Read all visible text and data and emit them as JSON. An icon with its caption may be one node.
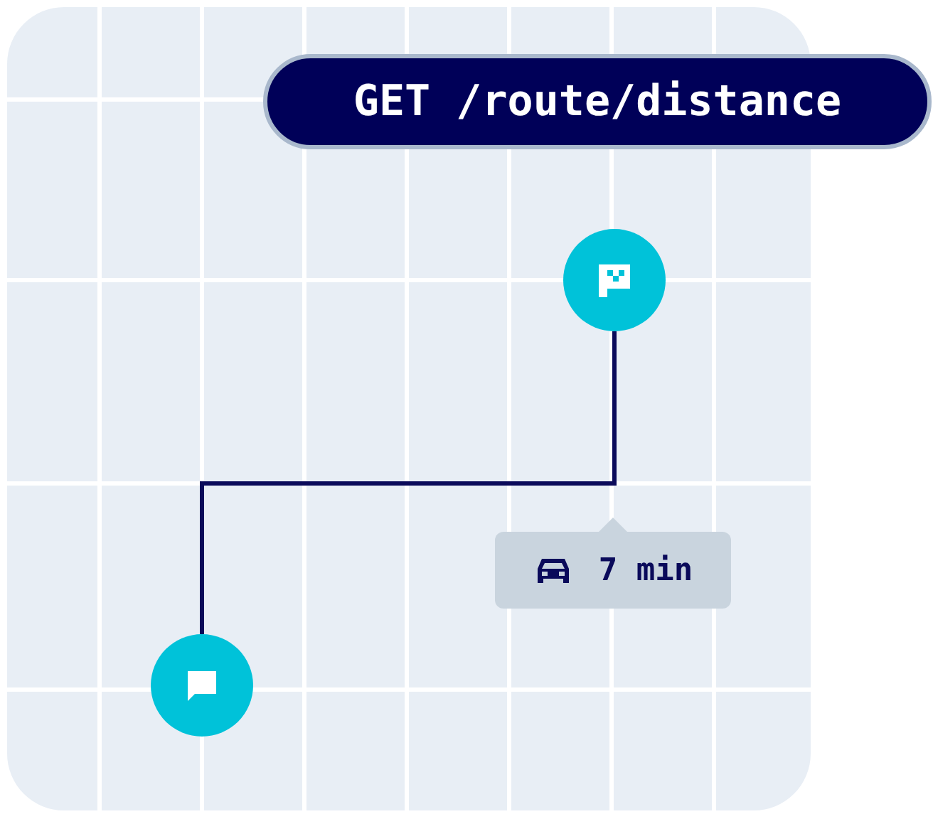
{
  "diagram": {
    "nodes": [
      {
        "text": [
          "GET /route/distance"
        ]
      },
      {
        "text": [],
        "shape": "circle"
      },
      {
        "text": [
          "7 min"
        ]
      },
      {
        "text": [],
        "shape": "circle"
      }
    ],
    "edges": [
      {
        "from": 3,
        "to": 1,
        "arrow": "none"
      }
    ]
  }
}
